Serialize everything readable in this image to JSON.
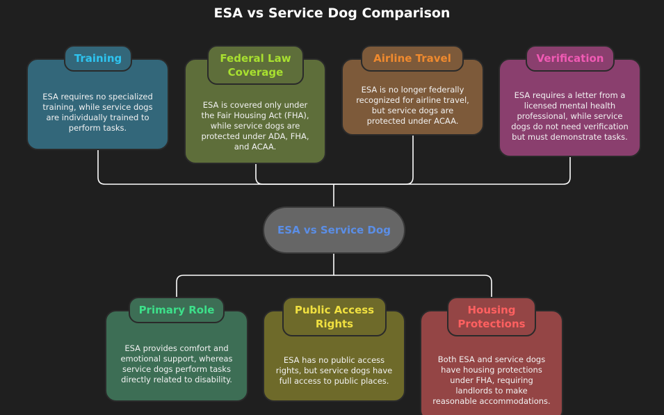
{
  "title": "ESA vs Service Dog Comparison",
  "center": "ESA vs Service Dog",
  "top": [
    {
      "heading": "Training",
      "text": "ESA requires no specialized training, while service dogs are individually trained to perform tasks.",
      "bg": "#33677a",
      "accent": "#2ec4f0"
    },
    {
      "heading": "Federal Law Coverage",
      "text": "ESA is covered only under the Fair Housing Act (FHA), while service dogs are protected under ADA, FHA, and ACAA.",
      "bg": "#5e6e3a",
      "accent": "#a8e030"
    },
    {
      "heading": "Airline Travel",
      "text": "ESA is no longer federally recognized for airline travel, but service dogs are protected under ACAA.",
      "bg": "#7d5a3a",
      "accent": "#f08a2e"
    },
    {
      "heading": "Verification",
      "text": "ESA requires a letter from a licensed mental health professional, while service dogs do not need verification but must demonstrate tasks.",
      "bg": "#8a3f6e",
      "accent": "#f05ab4"
    }
  ],
  "bottom": [
    {
      "heading": "Primary Role",
      "text": "ESA provides comfort and emotional support, whereas service dogs perform tasks directly related to disability.",
      "bg": "#3d6e55",
      "accent": "#3de08a"
    },
    {
      "heading": "Public Access Rights",
      "text": "ESA has no public access rights, but service dogs have full access to public places.",
      "bg": "#6e6a2a",
      "accent": "#f0e040"
    },
    {
      "heading": "Housing Protections",
      "text": "Both ESA and service dogs have housing protections under FHA, requiring landlords to make reasonable accommodations.",
      "bg": "#944545",
      "accent": "#ff6060"
    }
  ]
}
